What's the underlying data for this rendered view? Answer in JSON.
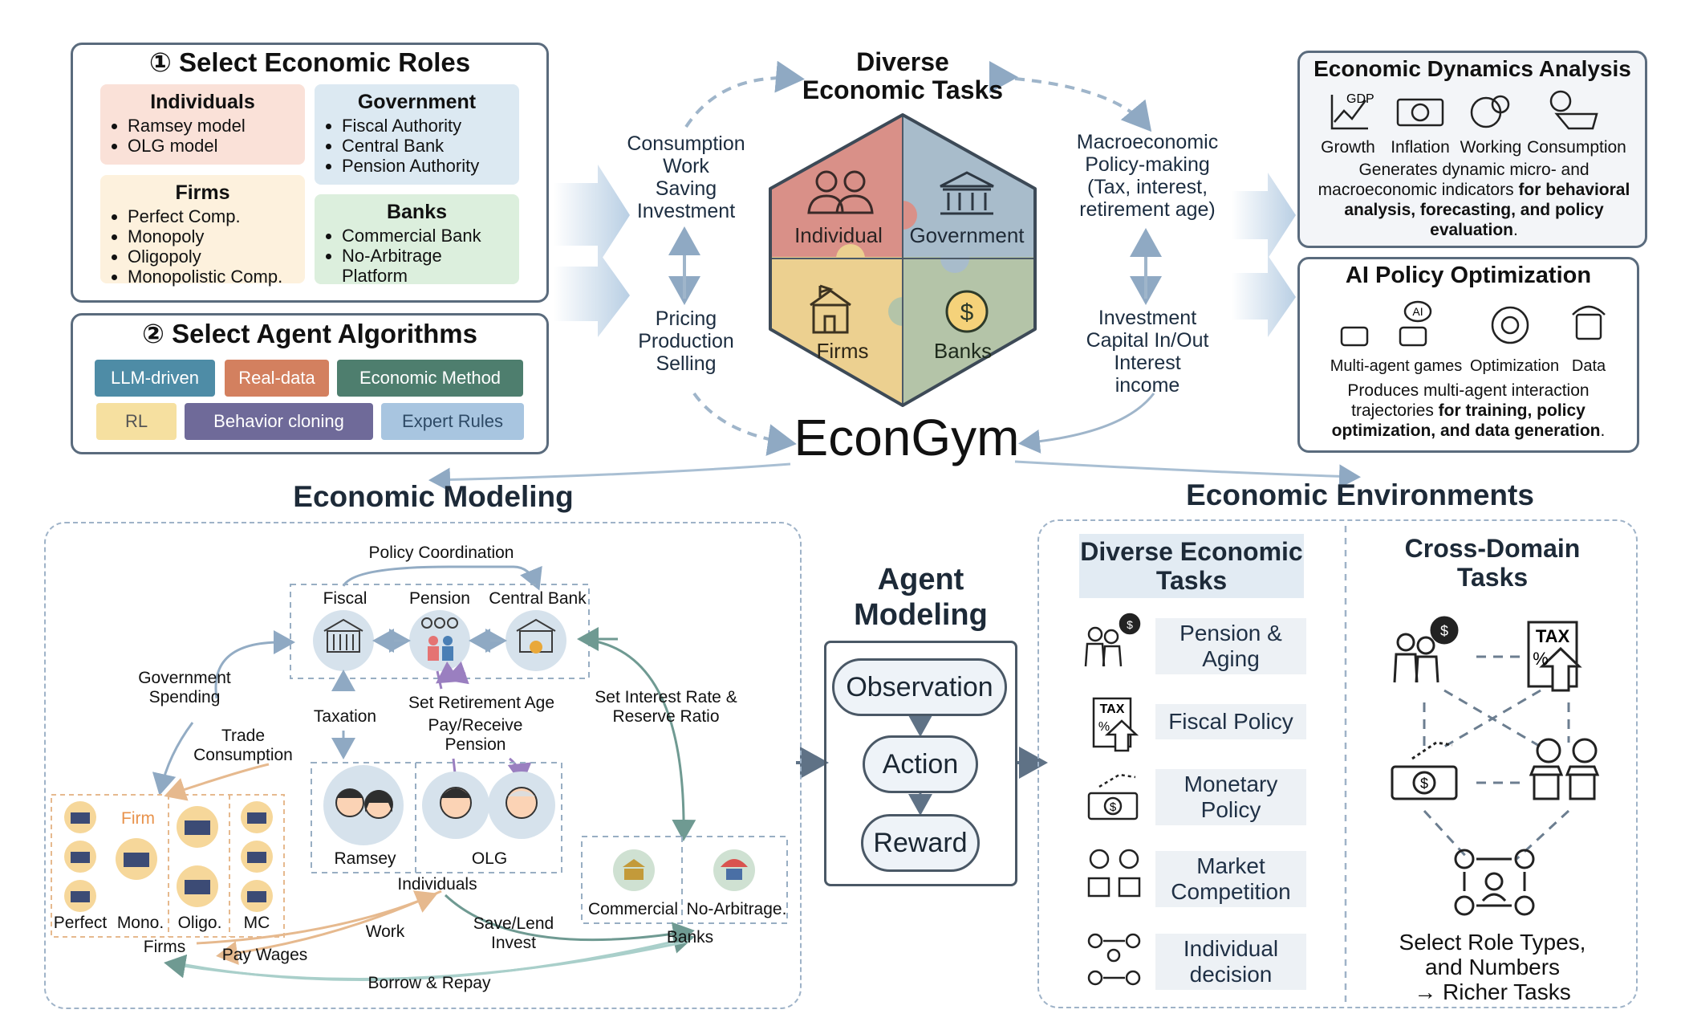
{
  "roles": {
    "title": "① Select Economic Roles",
    "individuals": {
      "title": "Individuals",
      "items": [
        "Ramsey model",
        "OLG model"
      ]
    },
    "government": {
      "title": "Government",
      "items": [
        "Fiscal Authority",
        "Central Bank",
        "Pension Authority"
      ]
    },
    "firms": {
      "title": "Firms",
      "items": [
        "Perfect Comp.",
        "Monopoly",
        "Oligopoly",
        "Monopolistic Comp."
      ]
    },
    "banks": {
      "title": "Banks",
      "items": [
        "Commercial Bank",
        "No-Arbitrage Platform"
      ]
    }
  },
  "algorithms": {
    "title": "② Select Agent Algorithms",
    "chips": [
      "LLM-driven",
      "Real-data",
      "Economic Method",
      "RL",
      "Behavior cloning",
      "Expert Rules"
    ]
  },
  "tasks": {
    "title_line1": "Diverse",
    "title_line2": "Economic Tasks",
    "left_top": [
      "Consumption",
      "Work",
      "Saving",
      "Investment"
    ],
    "left_bottom": [
      "Pricing",
      "Production",
      "Selling"
    ],
    "right_top": [
      "Macroeconomic",
      "Policy-making",
      "(Tax, interest,",
      "retirement age)"
    ],
    "right_bottom": [
      "Investment",
      "Capital In/Out",
      "Interest",
      "income"
    ],
    "puzzle": [
      "Individual",
      "Government",
      "Firms",
      "Banks"
    ],
    "brand": "EconGym"
  },
  "dynamics": {
    "title": "Economic Dynamics Analysis",
    "icons": [
      "Growth",
      "Inflation",
      "Working",
      "Consumption"
    ],
    "gdp_label": "GDP",
    "desc_normal1": "Generates dynamic micro- and macroeconomic indicators ",
    "desc_bold1": "for behavioral analysis, forecasting, and policy evaluation",
    "desc_end": "."
  },
  "ai_policy": {
    "title": "AI Policy Optimization",
    "icons": [
      "Multi-agent games",
      "Optimization",
      "Data"
    ],
    "ai_label": "AI",
    "desc_normal1": "Produces multi-agent interaction trajectories ",
    "desc_bold1": "for training, policy optimization, and data generation",
    "desc_end": "."
  },
  "modeling": {
    "title": "Economic Modeling",
    "policy_coordination": "Policy Coordination",
    "gov_labels": [
      "Fiscal",
      "Pension",
      "Central Bank"
    ],
    "government_spending": "Government Spending",
    "taxation": "Taxation",
    "set_retirement": "Set Retirement Age",
    "pay_receive": "Pay/Receive Pension",
    "set_interest": "Set Interest Rate & Reserve Ratio",
    "trade_consumption": "Trade Consumption",
    "firm_label": "Firm",
    "firm_types": [
      "Perfect",
      "Mono.",
      "Oligo.",
      "MC"
    ],
    "firms": "Firms",
    "ind_labels": [
      "Ramsey",
      "OLG"
    ],
    "individuals": "Individuals",
    "bank_labels": [
      "Commercial",
      "No-Arbitrage."
    ],
    "banks": "Banks",
    "work": "Work",
    "pay_wages": "Pay Wages",
    "save_lend": "Save/Lend Invest",
    "borrow_repay": "Borrow & Repay"
  },
  "agent": {
    "title": "Agent Modeling",
    "steps": [
      "Observation",
      "Action",
      "Reward"
    ]
  },
  "environments": {
    "title": "Economic Environments",
    "diverse_title": "Diverse Economic Tasks",
    "tasks": [
      "Pension & Aging",
      "Fiscal Policy",
      "Monetary Policy",
      "Market Competition",
      "Individual decision"
    ],
    "tax_label": "TAX",
    "cross_title": "Cross-Domain Tasks",
    "cross_desc": [
      "Select Role Types,",
      "and Numbers",
      "→ Richer Tasks"
    ]
  },
  "colors": {
    "individual": "#d99088",
    "government": "#a8bccb",
    "firms": "#ecd090",
    "banks": "#b4c4a8",
    "arrow": "#a9bfd3"
  }
}
